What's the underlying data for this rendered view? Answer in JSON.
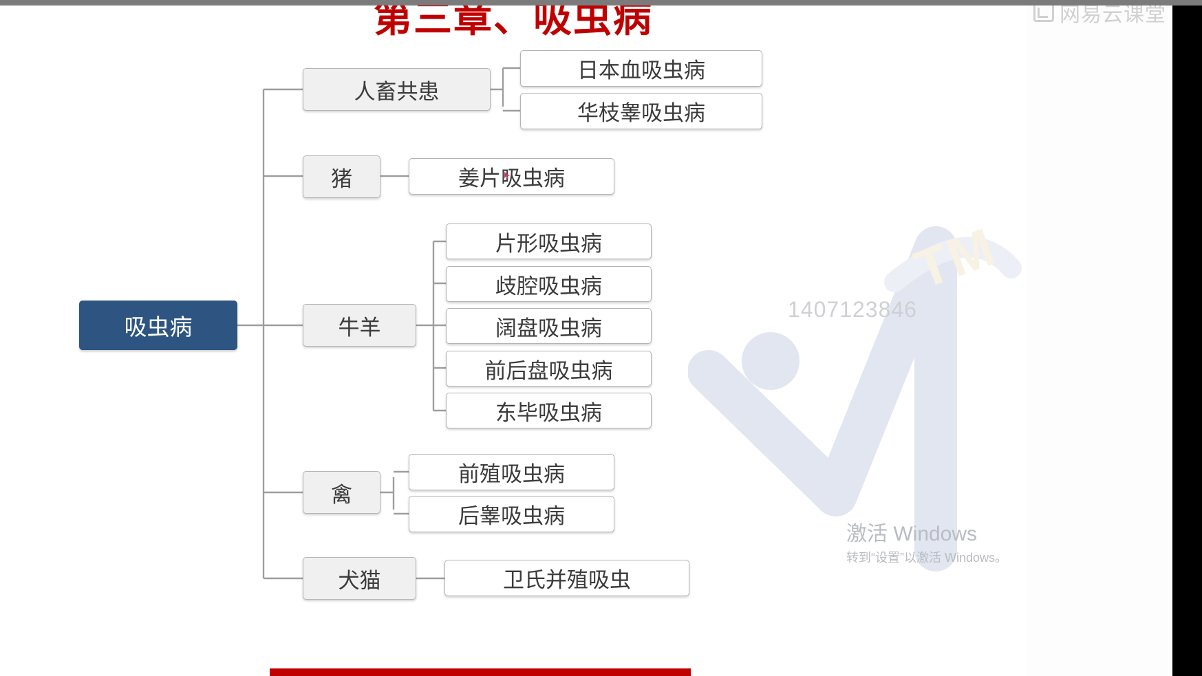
{
  "slide": {
    "title": "第三章、吸虫病",
    "title_color": "#c00000",
    "background": "#ffffff"
  },
  "branding": {
    "watermark_text": "网易云课堂",
    "watermark_icon": "netease-classroom-icon",
    "logo_tm": "TM",
    "user_id_watermark": "1407123846"
  },
  "windows_activation": {
    "title": "激活 Windows",
    "subtitle": "转到“设置”以激活 Windows。"
  },
  "mindmap": {
    "root": {
      "label": "吸虫病",
      "color": "#2e5581",
      "text_color": "#ffffff"
    },
    "branches": [
      {
        "label": "人畜共患",
        "children": [
          {
            "label": "日本血吸虫病"
          },
          {
            "label": "华枝睾吸虫病"
          }
        ]
      },
      {
        "label": "猪",
        "children": [
          {
            "label": "姜片吸虫病"
          }
        ]
      },
      {
        "label": "牛羊",
        "children": [
          {
            "label": "片形吸虫病"
          },
          {
            "label": "歧腔吸虫病"
          },
          {
            "label": "阔盘吸虫病"
          },
          {
            "label": "前后盘吸虫病"
          },
          {
            "label": "东毕吸虫病"
          }
        ]
      },
      {
        "label": "禽",
        "children": [
          {
            "label": "前殖吸虫病"
          },
          {
            "label": "后睾吸虫病"
          }
        ]
      },
      {
        "label": "犬猫",
        "children": [
          {
            "label": "卫氏并殖吸虫"
          }
        ]
      }
    ]
  },
  "colors": {
    "node_border": "#b4b4b4",
    "category_fill": "#f0f0f0",
    "leaf_fill": "#ffffff",
    "connector": "#9e9e9e",
    "accent_red": "#c00000"
  }
}
